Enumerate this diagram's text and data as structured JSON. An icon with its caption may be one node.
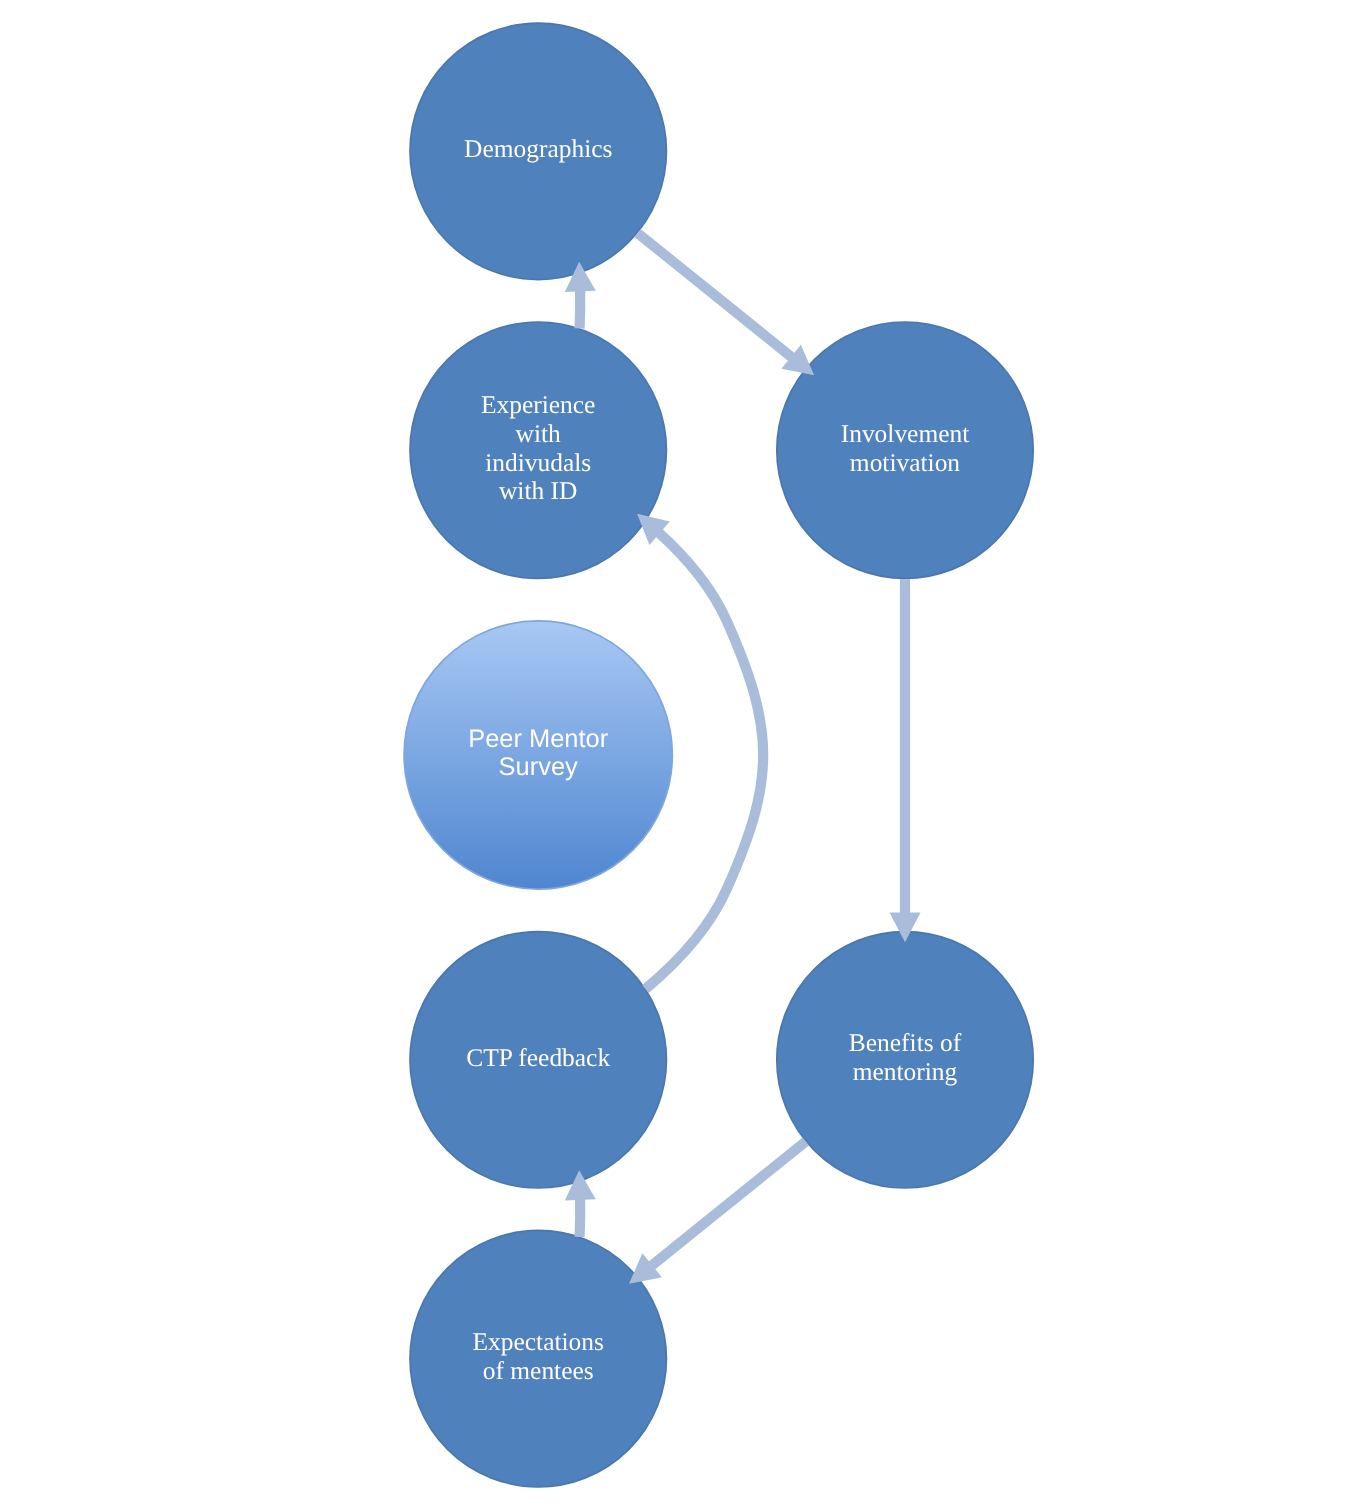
{
  "diagram": {
    "nodes": [
      {
        "text": [
          "Peer Mentor Survey"
        ]
      },
      {
        "text": [
          "Demographics"
        ]
      },
      {
        "text": [
          "Involvement motivation"
        ]
      },
      {
        "text": [
          "Benefits of mentoring"
        ]
      },
      {
        "text": [
          "Expectations of mentees"
        ]
      },
      {
        "text": [
          "CTP feedback"
        ]
      },
      {
        "text": [
          "Experience with indivudals with ID"
        ]
      }
    ],
    "edges": [
      {
        "from": 1,
        "to": 2,
        "arrow": "to"
      },
      {
        "from": 2,
        "to": 3,
        "arrow": "to"
      },
      {
        "from": 3,
        "to": 4,
        "arrow": "to"
      },
      {
        "from": 4,
        "to": 5,
        "arrow": "to"
      },
      {
        "from": 5,
        "to": 6,
        "arrow": "to"
      },
      {
        "from": 6,
        "to": 1,
        "arrow": "to"
      }
    ]
  }
}
